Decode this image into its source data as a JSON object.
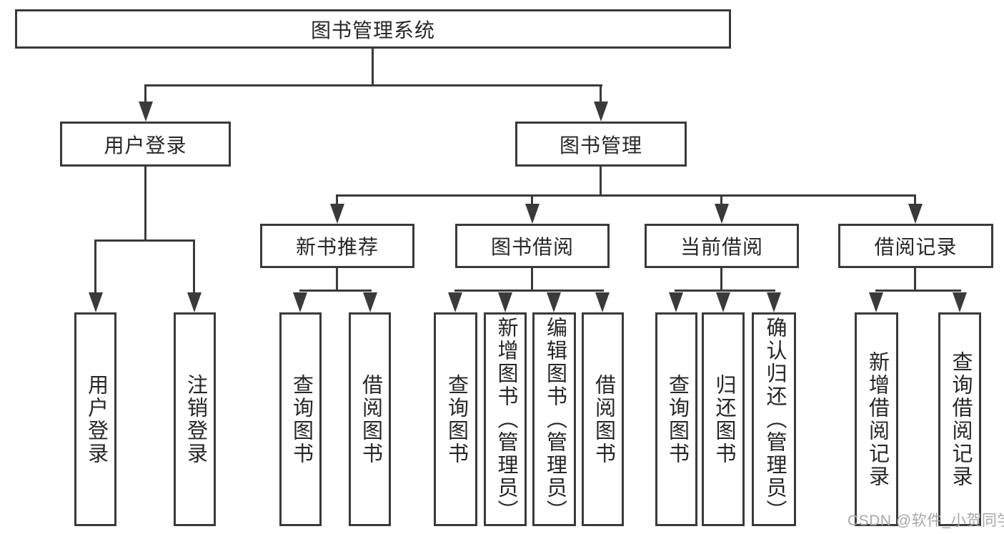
{
  "nodes": {
    "root": "图书管理系统",
    "level2": [
      {
        "label": "用户登录",
        "children": [
          {
            "label": "用户登录"
          },
          {
            "label": "注销登录"
          }
        ]
      },
      {
        "label": "图书管理"
      }
    ],
    "level3": [
      {
        "label": "新书推荐",
        "children": [
          {
            "label": "查询图书"
          },
          {
            "label": "借阅图书"
          }
        ]
      },
      {
        "label": "图书借阅",
        "children": [
          {
            "label": "查询图书"
          },
          {
            "label": "新增图书（管理员）"
          },
          {
            "label": "编辑图书（管理员）"
          },
          {
            "label": "借阅图书"
          }
        ]
      },
      {
        "label": "当前借阅",
        "children": [
          {
            "label": "查询图书"
          },
          {
            "label": "归还图书"
          },
          {
            "label": "确认归还（管理员）"
          }
        ]
      },
      {
        "label": "借阅记录",
        "children": [
          {
            "label": "新增借阅记录"
          },
          {
            "label": "查询借阅记录"
          }
        ]
      }
    ]
  },
  "watermark": "CSDN @软件_小贺同学",
  "colors": {
    "line": "#3a3a3a",
    "text": "#262626",
    "watermark": "#a7a7a7",
    "background": "#ffffff"
  }
}
